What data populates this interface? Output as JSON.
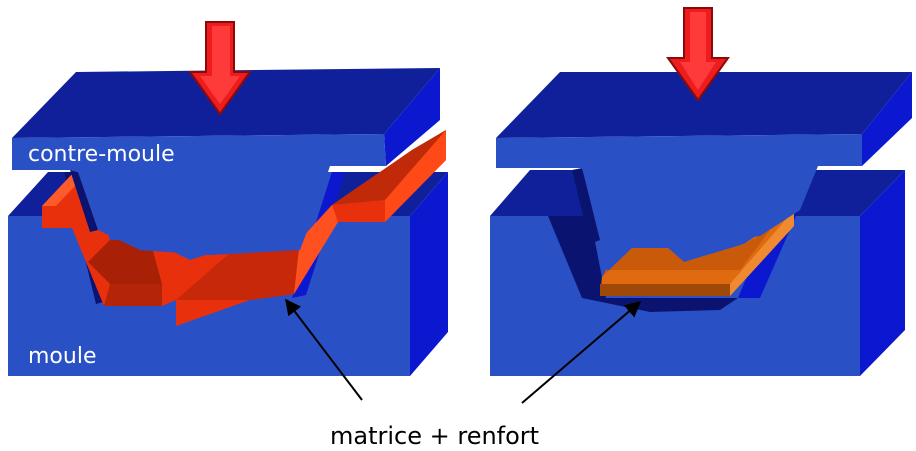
{
  "labels": {
    "counter_mold": "contre-moule",
    "mold": "moule",
    "material": "matrice + renfort"
  },
  "colors": {
    "mold_front": "#2a50c6",
    "mold_top": "#10209a",
    "mold_side": "#0c18d0",
    "mold_inner_shadow": "#0a1470",
    "charge": "#e8300c",
    "charge_dark": "#a82006",
    "charge_orange": "#e06a10",
    "charge_orange_dark": "#a04808",
    "press_arrow": "#ee1c1c",
    "press_arrow_outline": "#8a0a0a"
  },
  "icons": {
    "press": "down-arrow-icon",
    "pointer": "arrow-pointer"
  }
}
